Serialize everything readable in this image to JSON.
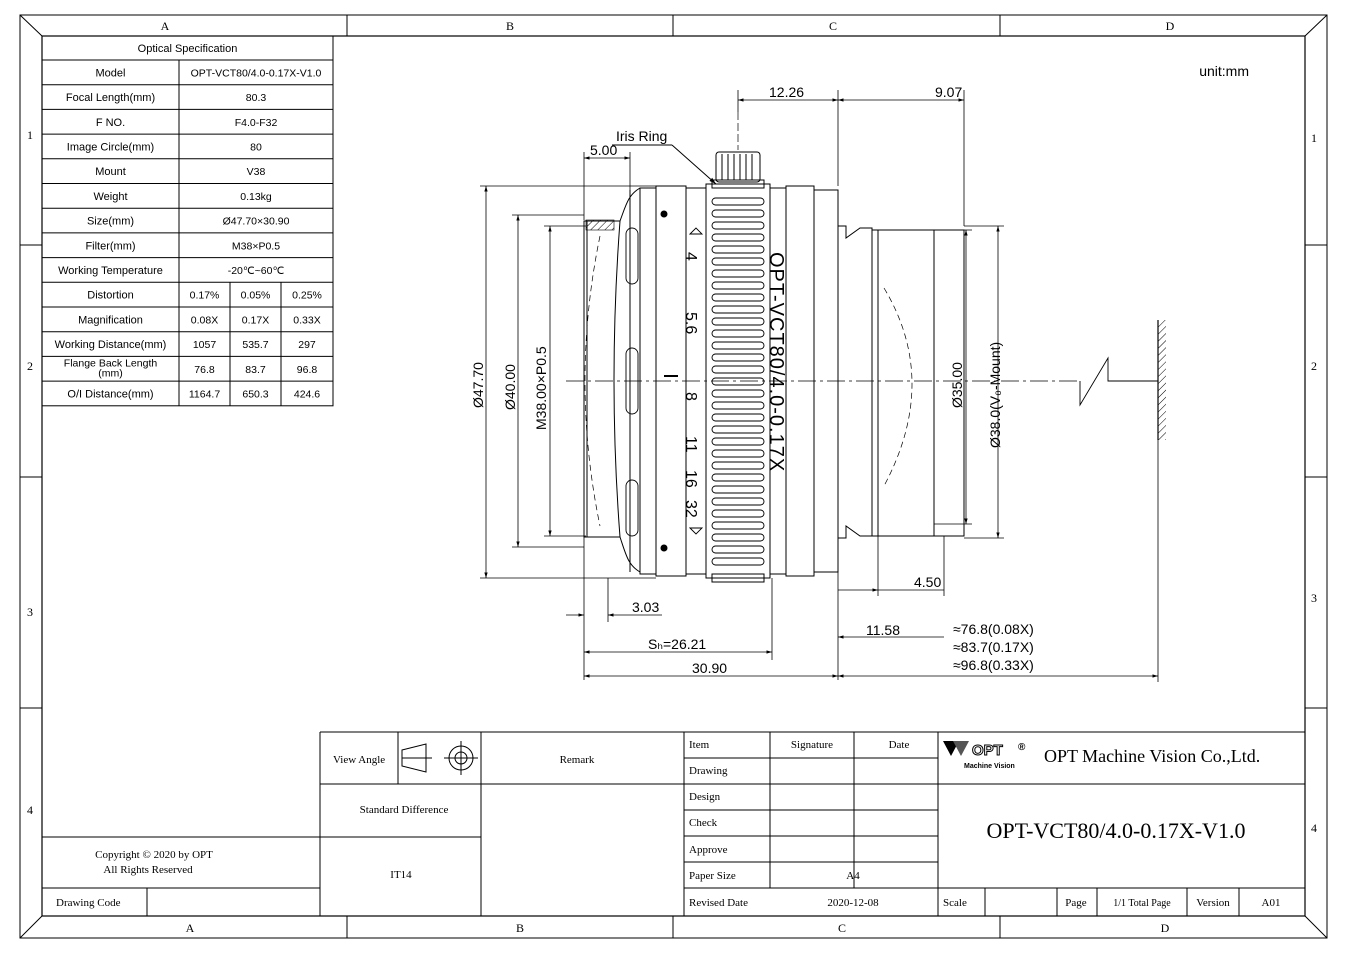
{
  "frame": {
    "cols": [
      "A",
      "B",
      "C",
      "D"
    ],
    "rows": [
      "1",
      "2",
      "3",
      "4"
    ],
    "unit": "unit:mm"
  },
  "spec": {
    "title": "Optical Specification",
    "rows": [
      {
        "label": "Model",
        "value": "OPT-VCT80/4.0-0.17X-V1.0"
      },
      {
        "label": "Focal Length(mm)",
        "value": "80.3"
      },
      {
        "label": "F NO.",
        "value": "F4.0-F32"
      },
      {
        "label": "Image Circle(mm)",
        "value": "80"
      },
      {
        "label": "Mount",
        "value": "V38"
      },
      {
        "label": "Weight",
        "value": "0.13kg"
      },
      {
        "label": "Size(mm)",
        "value": "Ø47.70×30.90"
      },
      {
        "label": "Filter(mm)",
        "value": "M38×P0.5"
      },
      {
        "label": "Working Temperature",
        "value": "-20℃~60℃"
      }
    ],
    "multi": [
      {
        "label": "Distortion",
        "values": [
          "0.17%",
          "0.05%",
          "0.25%"
        ]
      },
      {
        "label": "Magnification",
        "values": [
          "0.08X",
          "0.17X",
          "0.33X"
        ]
      },
      {
        "label": "Working Distance(mm)",
        "values": [
          "1057",
          "535.7",
          "297"
        ]
      },
      {
        "label": "Flange Back Length (mm)",
        "values": [
          "76.8",
          "83.7",
          "96.8"
        ]
      },
      {
        "label": "O/I Distance(mm)",
        "values": [
          "1164.7",
          "650.3",
          "424.6"
        ]
      }
    ]
  },
  "drawing": {
    "iris_label": "Iris Ring",
    "lens_text": "OPT-VCT80/4.0-0.17X",
    "f_stops": [
      "4",
      "5.6",
      "8",
      "11",
      "16",
      "32"
    ],
    "dims": {
      "d1226": "12.26",
      "d907": "9.07",
      "d500": "5.00",
      "d4770": "Ø47.70",
      "d4000": "Ø40.00",
      "m38": "M38.00×P0.5",
      "d3500": "Ø35.00",
      "d3800": "Ø38.0(V₀-Mount)",
      "d450": "4.50",
      "d303": "3.03",
      "d1158": "11.58",
      "sh": "Sₕ=26.21",
      "d3090": "30.90",
      "fb1": "≈76.8(0.08X)",
      "fb2": "≈83.7(0.17X)",
      "fb3": "≈96.8(0.33X)"
    }
  },
  "title_block": {
    "view_angle": "View Angle",
    "remark": "Remark",
    "std_diff": "Standard Difference",
    "it": "IT14",
    "copyright_1": "Copyright © 2020 by OPT",
    "copyright_2": "All Rights Reserved",
    "drawing_code": "Drawing Code",
    "item": "Item",
    "signature": "Signature",
    "date": "Date",
    "drawing": "Drawing",
    "design": "Design",
    "check": "Check",
    "approve": "Approve",
    "paper_size": "Paper Size",
    "paper_value": "A4",
    "revised_date": "Revised Date",
    "revised_value": "2020-12-08",
    "logo_text": "OPT",
    "logo_sub": "Machine Vision",
    "company": "OPT Machine Vision Co.,Ltd.",
    "part_no": "OPT-VCT80/4.0-0.17X-V1.0",
    "scale": "Scale",
    "page": "Page",
    "total_page": "1/1 Total Page",
    "version": "Version",
    "version_value": "A01"
  }
}
